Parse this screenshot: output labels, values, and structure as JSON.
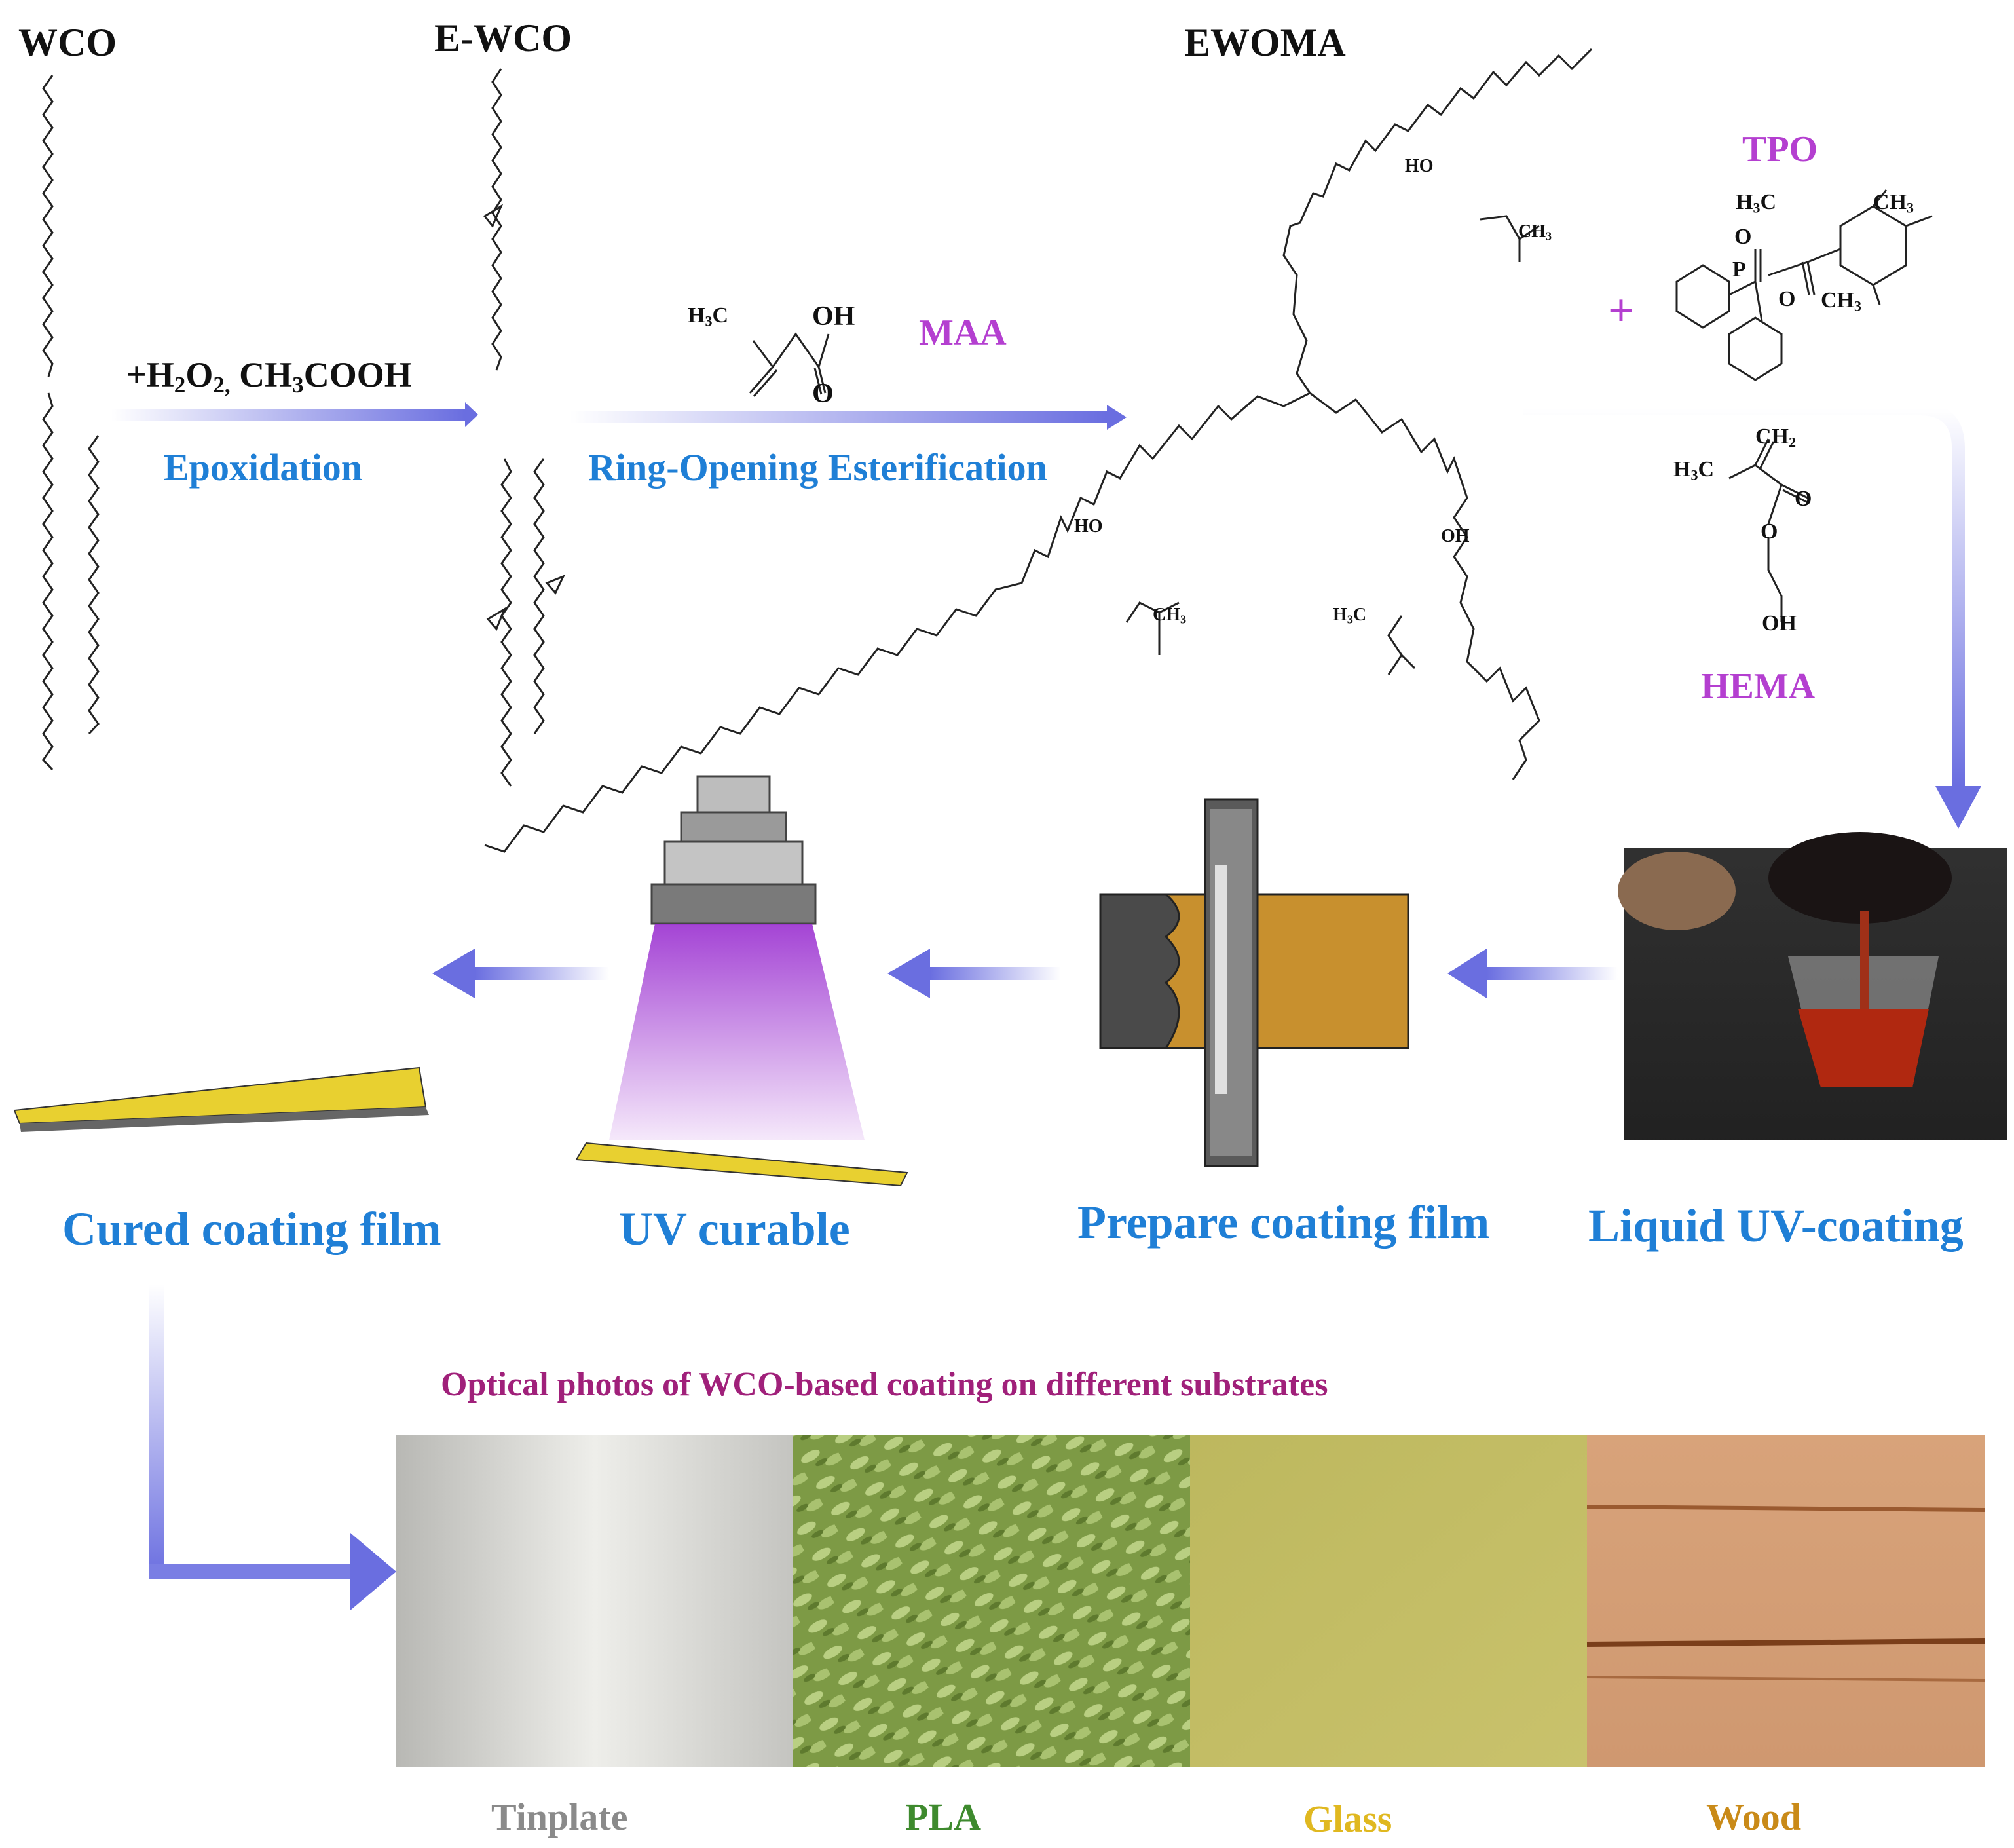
{
  "stages": {
    "wco": "WCO",
    "ewco": "E-WCO",
    "ewoma": "EWOMA"
  },
  "reactions": {
    "epoxidation_reagent_main": "+H",
    "epoxidation_reagent_sub1": "2",
    "epoxidation_reagent_o": "O",
    "epoxidation_reagent_sub2": "2,",
    "epoxidation_reagent_tail": " CH",
    "epoxidation_reagent_sub3": "3",
    "epoxidation_reagent_end": "COOH",
    "epoxidation_label": "Epoxidation",
    "esterification_label": "Ring-Opening Esterification",
    "maa": "MAA",
    "tpo": "TPO",
    "hema": "HEMA",
    "plus": "+"
  },
  "process": {
    "liquid": "Liquid UV-coating",
    "prepare": "Prepare coating film",
    "uv": "UV curable",
    "cured": "Cured coating film"
  },
  "substrates": {
    "title": "Optical photos of WCO-based coating on different substrates",
    "items": [
      {
        "label": "Tinplate",
        "color": "#8a8a8a"
      },
      {
        "label": "PLA",
        "color": "#3e8a2e"
      },
      {
        "label": "Glass",
        "color": "#e0b820"
      },
      {
        "label": "Wood",
        "color": "#c98a18"
      }
    ]
  },
  "atoms": {
    "o": "O",
    "oh": "OH",
    "ho": "HO",
    "h3c": "H",
    "c": "C",
    "ch3": "CH",
    "ch2": "CH",
    "three": "3",
    "two": "2",
    "p": "P"
  }
}
